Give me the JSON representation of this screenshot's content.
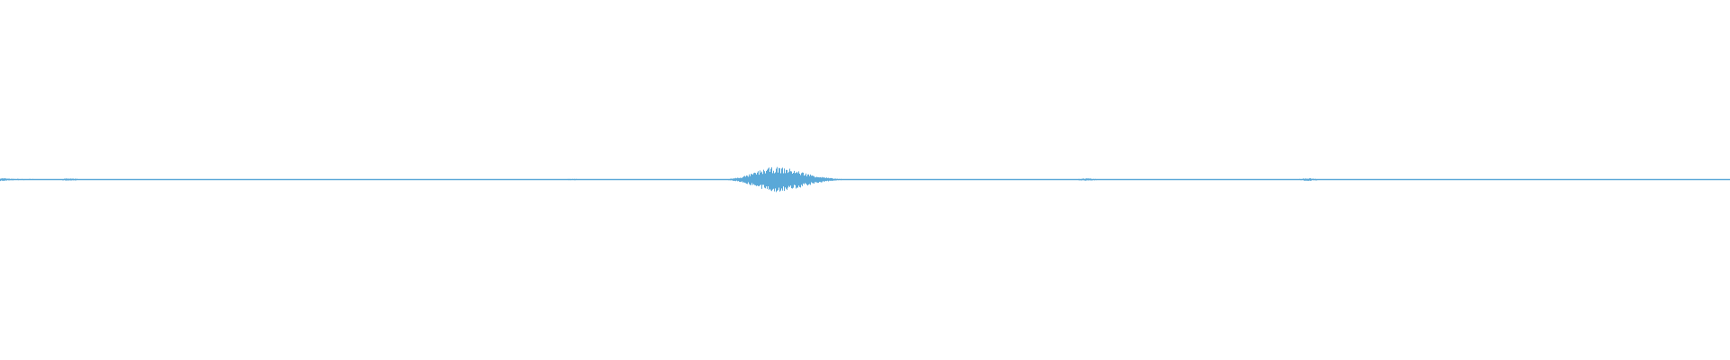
{
  "waveform": {
    "color": "#5aa8d8",
    "style": "audio-waveform",
    "peak_amplitude": 1.0,
    "events": [
      {
        "position": 0.0,
        "amplitude": 0.12
      },
      {
        "position": 0.04,
        "amplitude": 0.09
      },
      {
        "position": 0.33,
        "amplitude": 0.06
      },
      {
        "position": 0.448,
        "amplitude": 1.0
      },
      {
        "position": 0.585,
        "amplitude": 0.05
      },
      {
        "position": 0.628,
        "amplitude": 0.09
      },
      {
        "position": 0.756,
        "amplitude": 0.1
      },
      {
        "position": 0.975,
        "amplitude": 0.05
      }
    ]
  }
}
